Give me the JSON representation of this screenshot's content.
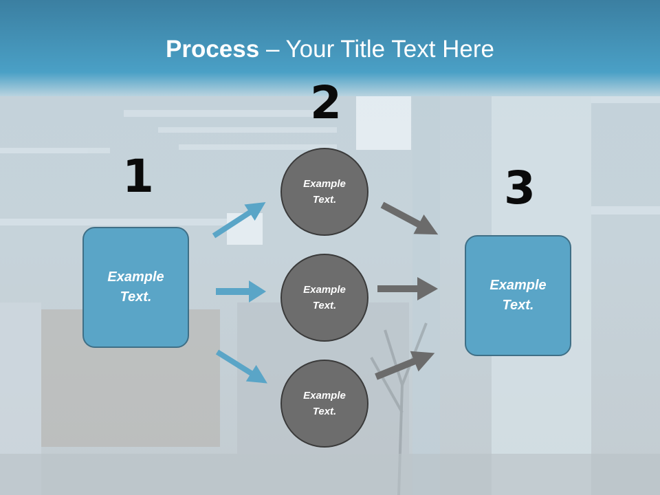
{
  "title": {
    "bold": "Process",
    "rest": " – Your Title Text Here"
  },
  "numbers": [
    "1",
    "2",
    "3"
  ],
  "left_box": {
    "line1": "Example",
    "line2": "Text."
  },
  "circles": [
    {
      "line1": "Example",
      "line2": "Text."
    },
    {
      "line1": "Example",
      "line2": "Text."
    },
    {
      "line1": "Example",
      "line2": "Text."
    }
  ],
  "right_box": {
    "line1": "Example",
    "line2": "Text."
  },
  "colors": {
    "header": "#3f8fb4",
    "box_fill": "#5aa5c7",
    "circle_fill": "#6d6d6d",
    "blue_arrow": "#5aa5c7",
    "gray_arrow": "#6b6b6b"
  }
}
